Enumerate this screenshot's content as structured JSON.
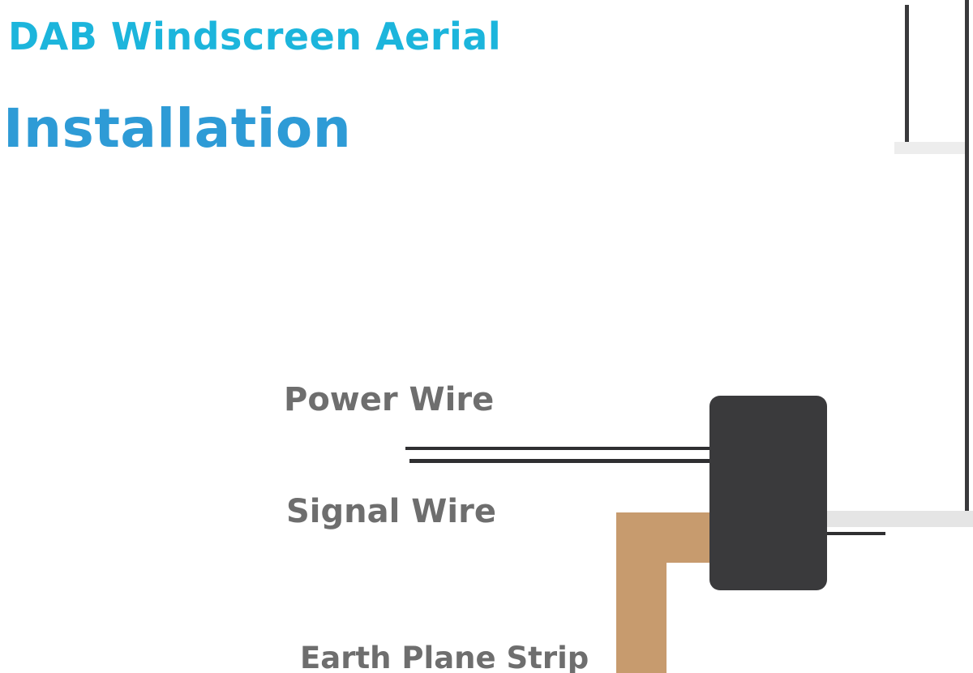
{
  "diagram": {
    "title_line1": "DAB Windscreen Aerial",
    "title_line2": "Installation",
    "labels": {
      "power_wire": "Power Wire",
      "signal_wire": "Signal Wire",
      "earth_plane_strip": "Earth Plane Strip"
    },
    "components": {
      "amplifier_box": "aerial-amplifier-unit",
      "windscreen_edge": "windscreen-edge-outline"
    }
  },
  "colors": {
    "title_cyan": "#1cb5dc",
    "title_blue": "#2e9bd6",
    "label_gray": "#6e6e6e",
    "component_dark": "#3a3a3c",
    "strip_tan": "#c79b6e",
    "glass_gray": "#e5e5e5",
    "wire_dark": "#2f2f31"
  }
}
